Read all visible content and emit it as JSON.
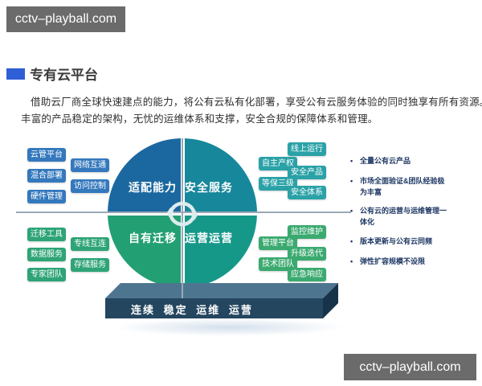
{
  "watermark": {
    "text": "cctv–playball.com",
    "bg": "#6B6B6B"
  },
  "header": {
    "title": "专有云平台",
    "accent_color": "#2F5FD6"
  },
  "intro": {
    "line1": "借助云厂商全球快速建点的能力，将公有云私有化部署，享受公有云服务体验的同时独享有所有资源。",
    "line2": "丰富的产品稳定的架构，无忧的运维体系和支撑，安全合规的保障体系和管理。"
  },
  "diagram": {
    "divider_color": "#9AA9B4",
    "quadrants": [
      {
        "position": "top-left",
        "label": "适配能力",
        "color": "#1B68A0"
      },
      {
        "position": "top-right",
        "label": "安全服务",
        "color": "#17879B"
      },
      {
        "position": "bottom-left",
        "label": "自有迁移",
        "color": "#23A073"
      },
      {
        "position": "bottom-right",
        "label": "运营运营",
        "color": "#169889"
      }
    ],
    "center_icon": "sync-arrows",
    "tag_groups": {
      "top_left": {
        "color": "#3478BD",
        "tags": [
          "云管平台",
          "网络互通",
          "混合部署",
          "访问控制",
          "硬件管理"
        ]
      },
      "bottom_left": {
        "color": "#2EA477",
        "tags": [
          "迁移工具",
          "专线互连",
          "数据服务",
          "存储服务",
          "专家团队"
        ]
      },
      "top_right": {
        "color": "#2AA2A7",
        "tags": [
          "线上运行",
          "自主产权",
          "安全产品",
          "等保三级",
          "安全体系"
        ]
      },
      "bottom_right": {
        "color": "#3BAA70",
        "tags": [
          "监控维护",
          "管理平台",
          "升级迭代",
          "技术团队",
          "应急响应"
        ]
      }
    },
    "platform": {
      "text": "连续 稳定 运维 运营",
      "top_color": "#4E7590",
      "front_color": "#24465F",
      "side_color": "#16334A"
    }
  },
  "bullets": {
    "text_color": "#1F3864",
    "items": [
      "全量公有云产品",
      "市场全面验证&团队经验极为丰富",
      "公有云的运营与运维管理一体化",
      "版本更新与公有云同频",
      "弹性扩容规模不设限"
    ]
  }
}
